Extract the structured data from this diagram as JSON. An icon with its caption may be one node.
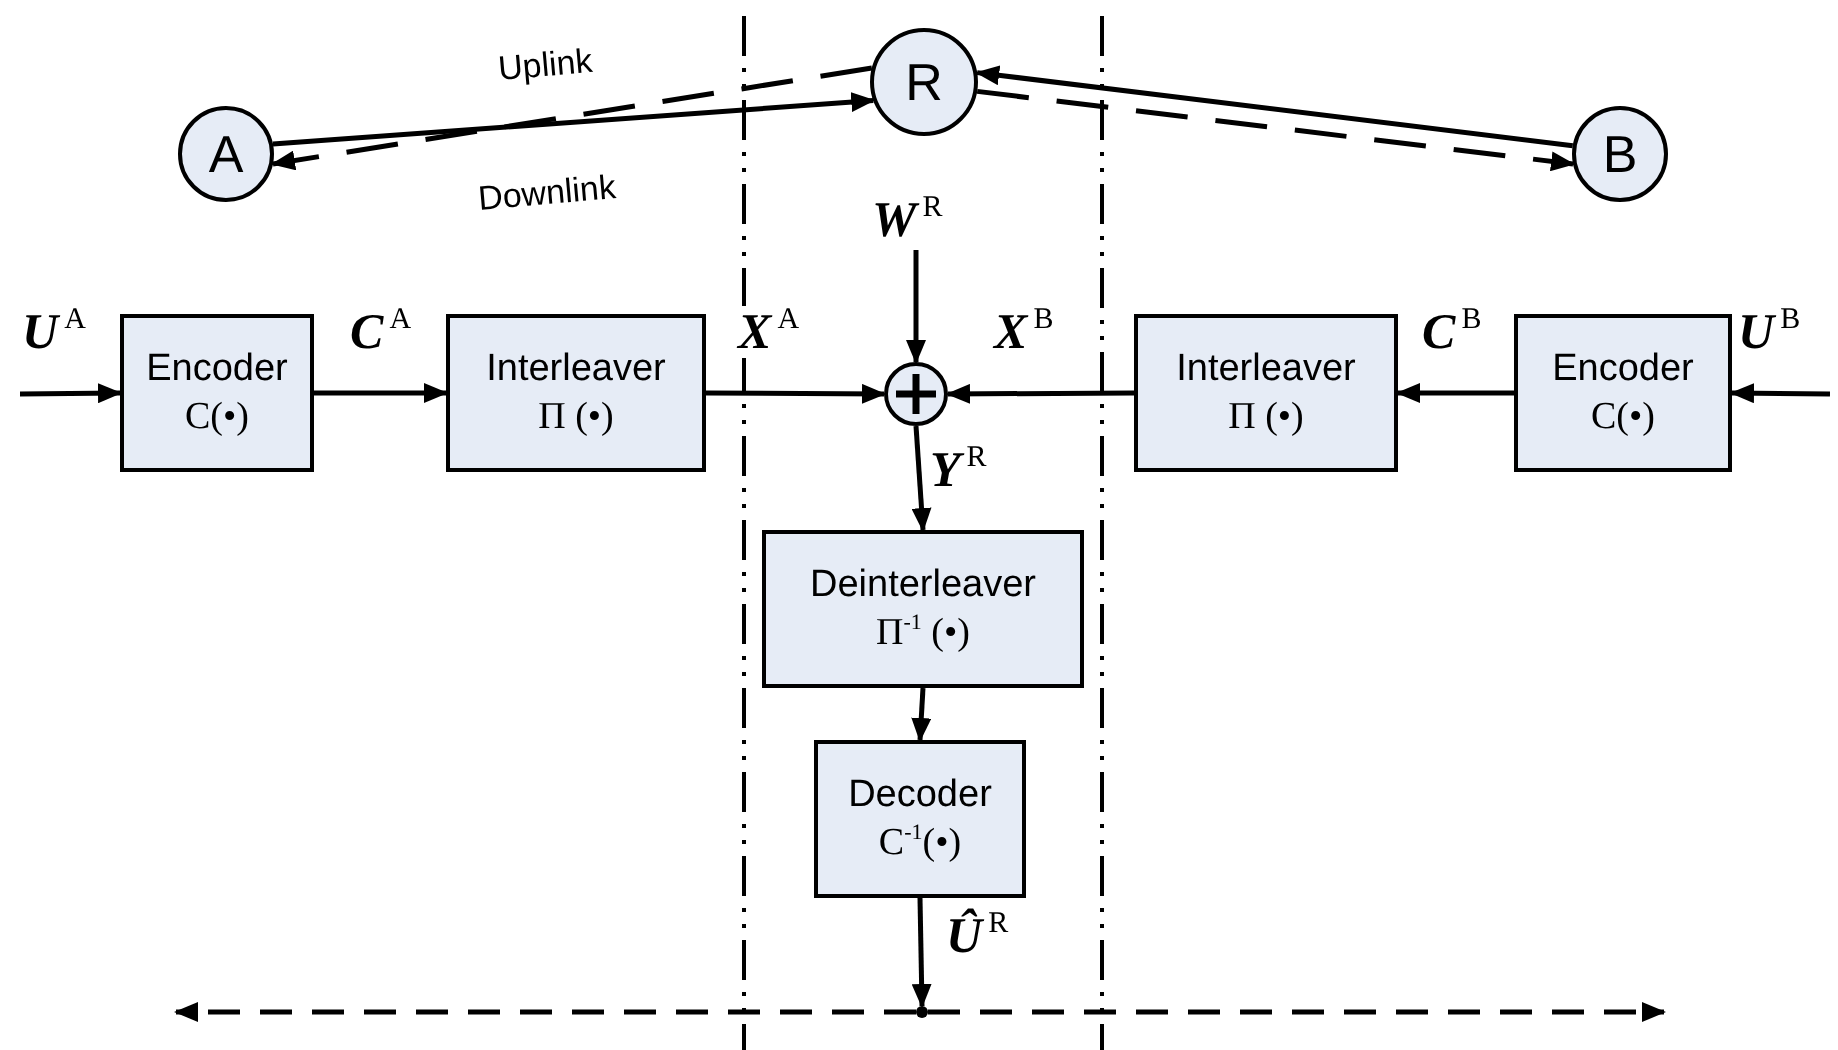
{
  "diagram": {
    "nodes": [
      {
        "text": [
          "A"
        ]
      },
      {
        "text": [
          "R"
        ]
      },
      {
        "text": [
          "B"
        ]
      },
      {
        "text": [
          "Encoder",
          "C(•)"
        ]
      },
      {
        "text": [
          "Interleaver",
          "Π (•)"
        ]
      },
      {
        "text": [],
        "shape": "circle"
      },
      {
        "text": [
          "Interleaver",
          "Π (•)"
        ]
      },
      {
        "text": [
          "Encoder",
          "C(•)"
        ]
      },
      {
        "text": [
          "Deinterleaver",
          "Π$^{-1}$ (•)"
        ]
      },
      {
        "text": [
          "Decoder",
          "C$^{-1}$(•)"
        ]
      },
      {
        "text": [],
        "shape": "point"
      }
    ],
    "edges": [
      {
        "from": 0,
        "to": 1,
        "arrow": "to",
        "label": "Uplink"
      },
      {
        "from": 1,
        "to": 0,
        "arrow": "to",
        "label": "Downlink",
        "style": "dashed"
      },
      {
        "from": 2,
        "to": 1,
        "arrow": "to"
      },
      {
        "from": 1,
        "to": 2,
        "arrow": "to",
        "style": "dashed"
      },
      {
        "from": null,
        "to": 3,
        "arrow": "to",
        "label": "U$^{A}$"
      },
      {
        "from": 3,
        "to": 4,
        "arrow": "to",
        "label": "C$^{A}$"
      },
      {
        "from": 4,
        "to": 5,
        "arrow": "to",
        "label": "X$^{A}$"
      },
      {
        "from": null,
        "to": 5,
        "arrow": "to",
        "label": "W$^{R}$"
      },
      {
        "from": 6,
        "to": 5,
        "arrow": "to",
        "label": "X$^{B}$"
      },
      {
        "from": 7,
        "to": 6,
        "arrow": "to",
        "label": "C$^{B}$"
      },
      {
        "from": null,
        "to": 7,
        "arrow": "to",
        "label": "U$^{B}$"
      },
      {
        "from": 5,
        "to": 8,
        "arrow": "to",
        "label": "Y$^{R}$"
      },
      {
        "from": 8,
        "to": 9,
        "arrow": "to"
      },
      {
        "from": 9,
        "to": 10,
        "arrow": "to",
        "label": "Û$^{R}$"
      },
      {
        "from": 10,
        "to": null,
        "arrow": "to",
        "style": "dashed"
      },
      {
        "from": 10,
        "to": null,
        "arrow": "to",
        "style": "dashed"
      }
    ]
  }
}
